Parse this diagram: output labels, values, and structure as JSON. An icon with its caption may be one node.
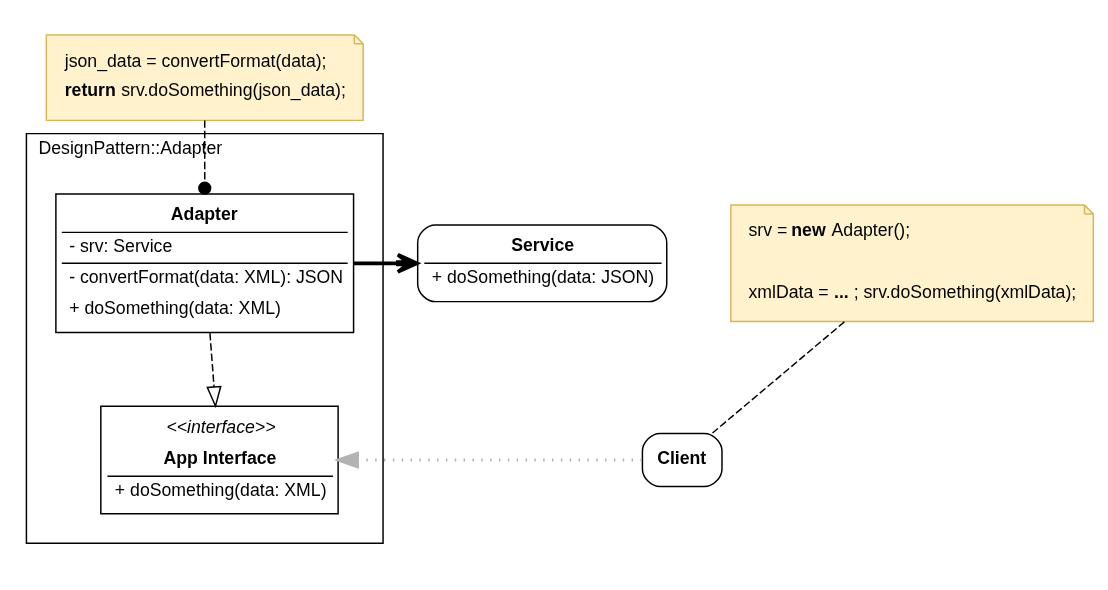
{
  "diagram": {
    "nodes": [
      {
        "text": [
          "DesignPattern::Adapter"
        ]
      },
      {
        "text": [
          "Adapter",
          "- srv: Service",
          "- convertFormat(data: XML): JSON",
          "+ doSomething(data: XML)"
        ],
        "in": 0
      },
      {
        "text": [
          "Service",
          "+ doSomething(data: JSON)"
        ]
      },
      {
        "text": [
          "srv = **new** Adapter();",
          "xmlData = **...** ; srv.doSomething(xmlData);"
        ]
      },
      {
        "text": [
          "json_data = convertFormat(data);",
          "**return** srv.doSomething(json_data);"
        ]
      },
      {
        "text": [
          "<<interface>>",
          "App Interface",
          "+ doSomething(data: XML)"
        ],
        "in": 0
      },
      {
        "text": [
          "Client"
        ]
      }
    ],
    "edges": [
      {
        "from": 1,
        "to": 2,
        "arrow": "to",
        "style": "thick"
      },
      {
        "from": 4,
        "to": 1,
        "arrow": "other",
        "style": "dashed"
      },
      {
        "from": 1,
        "to": 5,
        "arrow": "to",
        "style": "dashed"
      },
      {
        "from": 3,
        "to": 6,
        "arrow": "none",
        "style": "dashed"
      },
      {
        "from": 6,
        "to": 5,
        "arrow": "to",
        "style": "dashed",
        "color": "#b3b3b3"
      }
    ]
  }
}
